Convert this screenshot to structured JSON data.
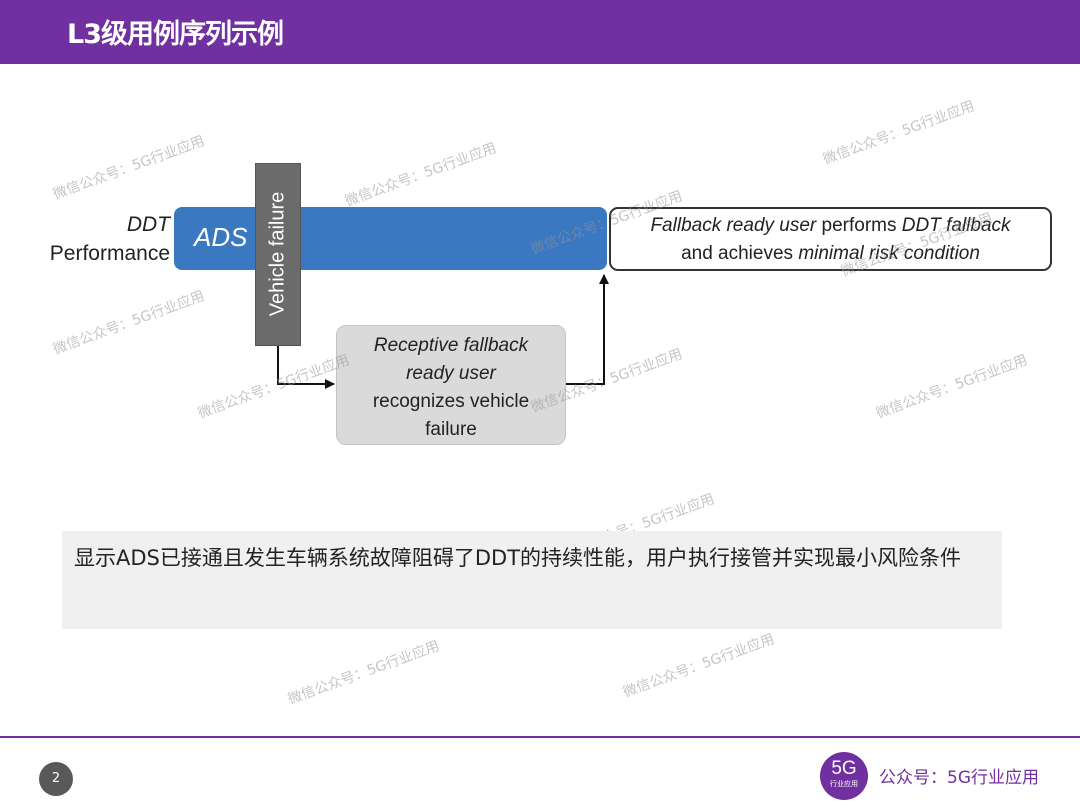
{
  "header": {
    "title": "L3级用例序列示例"
  },
  "diagram": {
    "ddt_label_line1": "DDT",
    "ddt_label_line2": "Performance",
    "ads_label": "ADS",
    "vehicle_failure_label": "Vehicle failure",
    "fallback_box": {
      "part1": "Fallback ready user",
      "part2": " performs ",
      "part3": "DDT fallback",
      "part4": "and achieves ",
      "part5": "minimal risk condition"
    },
    "receptive_box": {
      "line1": "Receptive fallback",
      "line2": "ready user",
      "line3": "recognizes vehicle",
      "line4": "failure"
    },
    "colors": {
      "ads_bar": "#3a78c2",
      "vehicle_failure": "#6b6b6b",
      "receptive_box": "#dadada",
      "accent": "#7030a0"
    }
  },
  "caption": {
    "text": "显示ADS已接通且发生车辆系统故障阻碍了DDT的持续性能，用户执行接管并实现最小风险条件"
  },
  "watermark": {
    "text": "微信公众号：5G行业应用"
  },
  "footer": {
    "page_number": "2",
    "logo_main": "5G",
    "logo_sub": "行业应用",
    "account_text": "公众号：5G行业应用"
  }
}
